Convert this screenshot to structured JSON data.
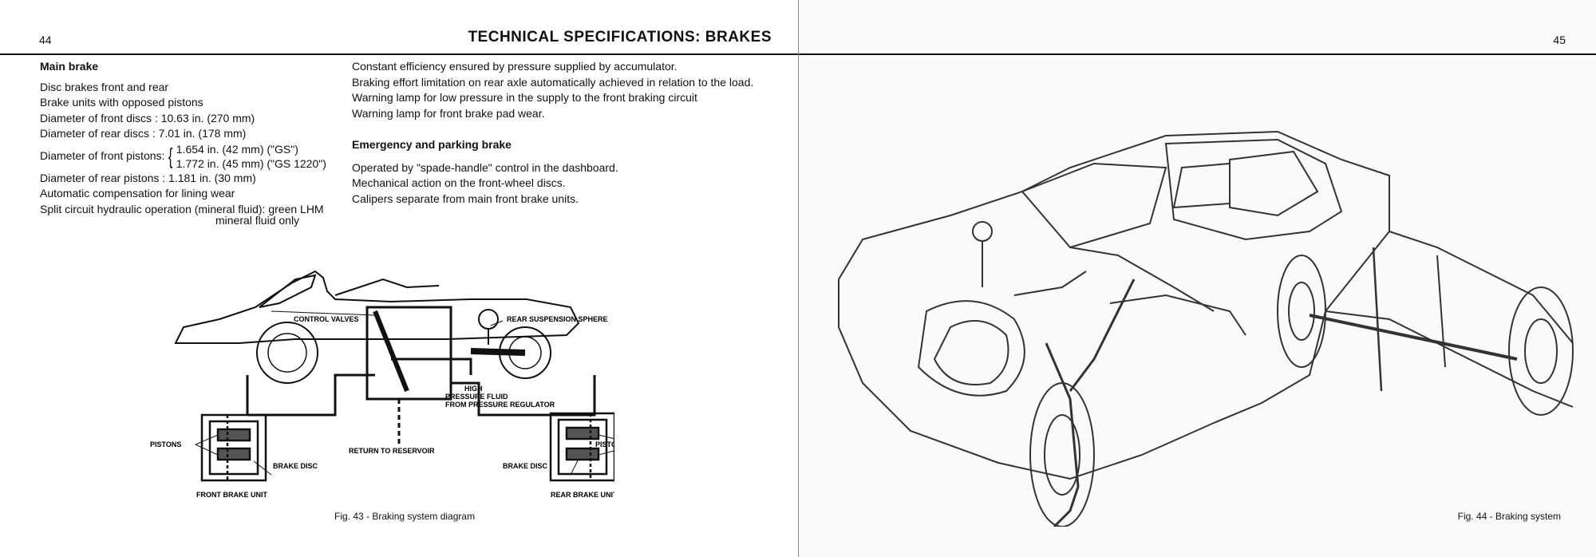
{
  "left_page": {
    "page_number": "44",
    "header": "TECHNICAL SPECIFICATIONS: BRAKES",
    "main_brake": {
      "heading": "Main brake",
      "lines": [
        "Disc brakes front and rear",
        "Brake units with opposed pistons",
        "Diameter of front discs  :  10.63 in. (270 mm)",
        "Diameter of rear discs   :   7.01 in. (178 mm)"
      ],
      "front_pistons_label": "Diameter of front pistons:",
      "front_pistons_values": [
        "1.654 in. (42 mm) (\"GS\")",
        "1.772 in. (45 mm) (\"GS 1220\")"
      ],
      "lines_after": [
        "Diameter of rear pistons : 1.181 in. (30 mm)",
        "Automatic compensation for lining wear",
        "Split circuit hydraulic operation (mineral fluid): green LHM"
      ],
      "continuation": "mineral fluid only"
    },
    "right_column": {
      "lines": [
        "Constant efficiency ensured by pressure supplied by accumulator.",
        "Braking effort limitation on rear axle automatically achieved in relation to the load.",
        "Warning lamp for low pressure in the supply to the front braking circuit",
        "Warning lamp for front brake pad wear."
      ],
      "emergency_heading": "Emergency and parking brake",
      "emergency_lines": [
        "Operated by \"spade-handle\" control in the dashboard.",
        "Mechanical action on the front-wheel discs.",
        "Calipers separate from main front brake units."
      ]
    },
    "diagram_labels": {
      "control_valves": "CONTROL VALVES",
      "rear_sphere": "REAR SUSPENSION SPHERE",
      "high_pressure_1": "HIGH",
      "high_pressure_2": "PRESSURE FLUID",
      "high_pressure_3": "FROM PRESSURE REGULATOR",
      "pistons_left": "PISTONS",
      "pistons_right": "PISTONS",
      "brake_disc_left": "BRAKE DISC",
      "brake_disc_right": "BRAKE DISC",
      "return": "RETURN TO RESERVOIR",
      "front_unit": "FRONT BRAKE UNIT",
      "rear_unit": "REAR BRAKE UNIT"
    },
    "figure_caption": "Fig. 43 - Braking system diagram"
  },
  "right_page": {
    "page_number": "45",
    "figure_caption": "Fig. 44 - Braking system"
  },
  "colors": {
    "ink": "#111111",
    "paper": "#ffffff",
    "rule": "#111111"
  }
}
